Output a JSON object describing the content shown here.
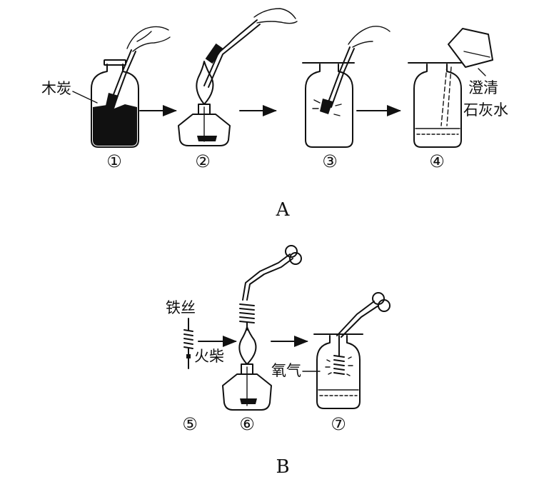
{
  "labels": {
    "charcoal": "木炭",
    "limewater_line1": "澄清",
    "limewater_line2": "石灰水",
    "iron_wire": "铁丝",
    "match": "火柴",
    "oxygen": "氧气"
  },
  "steps": [
    "①",
    "②",
    "③",
    "④",
    "⑤",
    "⑥",
    "⑦"
  ],
  "sections": {
    "a": "A",
    "b": "B"
  }
}
